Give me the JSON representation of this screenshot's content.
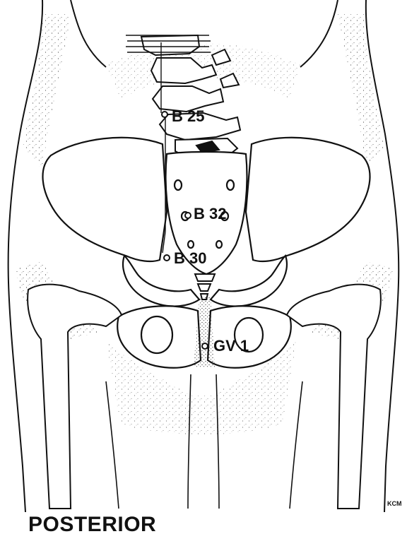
{
  "points": [
    {
      "id": "b25",
      "label": "B 25"
    },
    {
      "id": "b32",
      "label": "B 32"
    },
    {
      "id": "b30",
      "label": "B 30"
    },
    {
      "id": "gv1",
      "label": "GV 1"
    }
  ],
  "caption": "POSTERIOR",
  "artist_initials": "KCM"
}
